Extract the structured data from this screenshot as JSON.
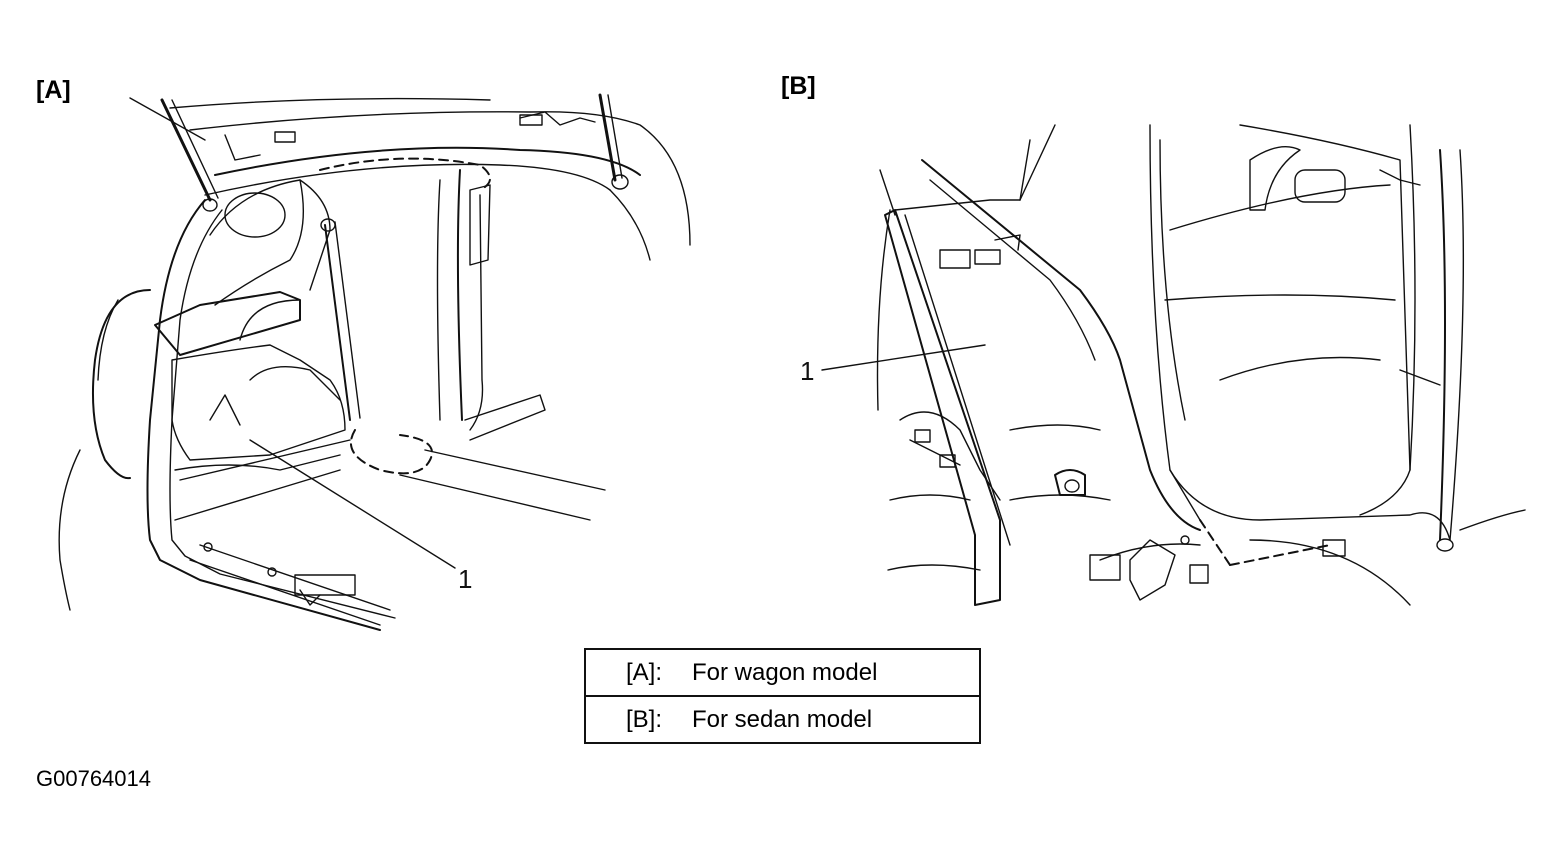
{
  "views": {
    "a": {
      "label": "[A]"
    },
    "b": {
      "label": "[B]"
    }
  },
  "callouts": {
    "a_part": "1",
    "b_part": "1"
  },
  "legend": {
    "rows": [
      {
        "key": "[A]:",
        "text": "For wagon model"
      },
      {
        "key": "[B]:",
        "text": "For sedan model"
      }
    ]
  },
  "figure_code": "G00764014"
}
